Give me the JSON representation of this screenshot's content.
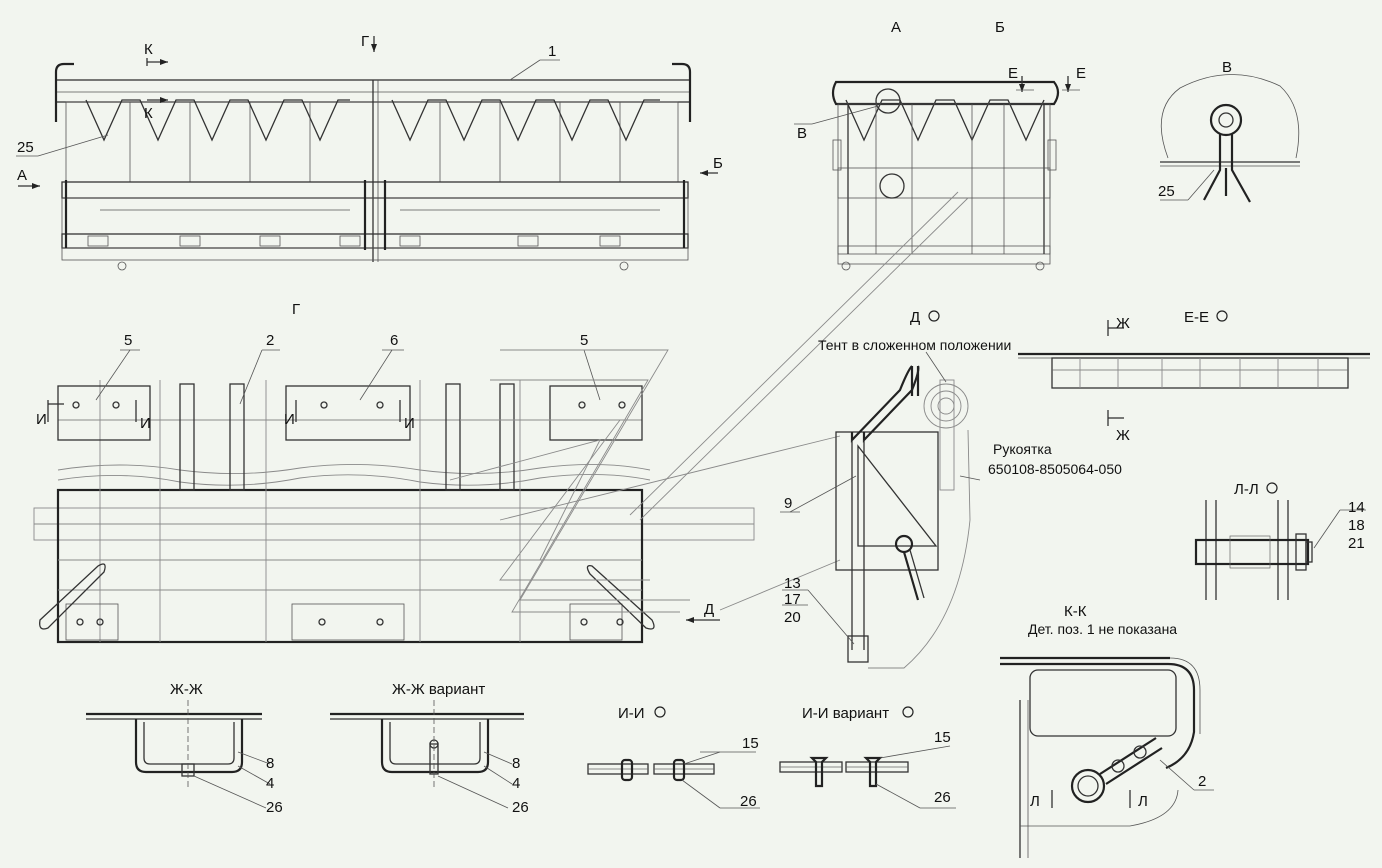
{
  "views": {
    "front": {
      "arrow_k": "К",
      "arrow_g": "Г",
      "arrow_a": "А",
      "arrow_b": "Б",
      "pos_1": "1",
      "pos_25": "25"
    },
    "side": {
      "title_a": "А",
      "title_b": "Б",
      "callout_v": "В",
      "arrow_e": "Е"
    },
    "detail_v": {
      "title": "В",
      "pos_25": "25"
    },
    "plan_g": {
      "title": "Г",
      "pos_5a": "5",
      "pos_2": "2",
      "pos_6": "6",
      "pos_5b": "5",
      "section_i": "И",
      "arrow_d": "Д"
    },
    "detail_d": {
      "title": "Д",
      "folded_caption": "Тент в сложенном положении",
      "handle_caption": "Рукоятка",
      "handle_part": "650108-8505064-050",
      "pos_9": "9",
      "pos_13": "13",
      "pos_17": "17",
      "pos_20": "20"
    },
    "section_ee": {
      "title": "Е-Е",
      "arrow_zh": "Ж"
    },
    "section_ll": {
      "title": "Л-Л",
      "pos_14": "14",
      "pos_18": "18",
      "pos_21": "21"
    },
    "section_kk": {
      "title": "К-К",
      "note": "Дет. поз. 1 не показана",
      "pos_2": "2",
      "arrow_l": "Л"
    },
    "section_zhzh": {
      "title": "Ж-Ж",
      "pos_8": "8",
      "pos_4": "4",
      "pos_26": "26"
    },
    "section_zhzh_var": {
      "title": "Ж-Ж  вариант",
      "pos_8": "8",
      "pos_4": "4",
      "pos_26": "26"
    },
    "section_ii": {
      "title": "И-И",
      "pos_15": "15",
      "pos_26": "26"
    },
    "section_ii_var": {
      "title": "И-И вариант",
      "pos_15": "15",
      "pos_26": "26"
    }
  }
}
